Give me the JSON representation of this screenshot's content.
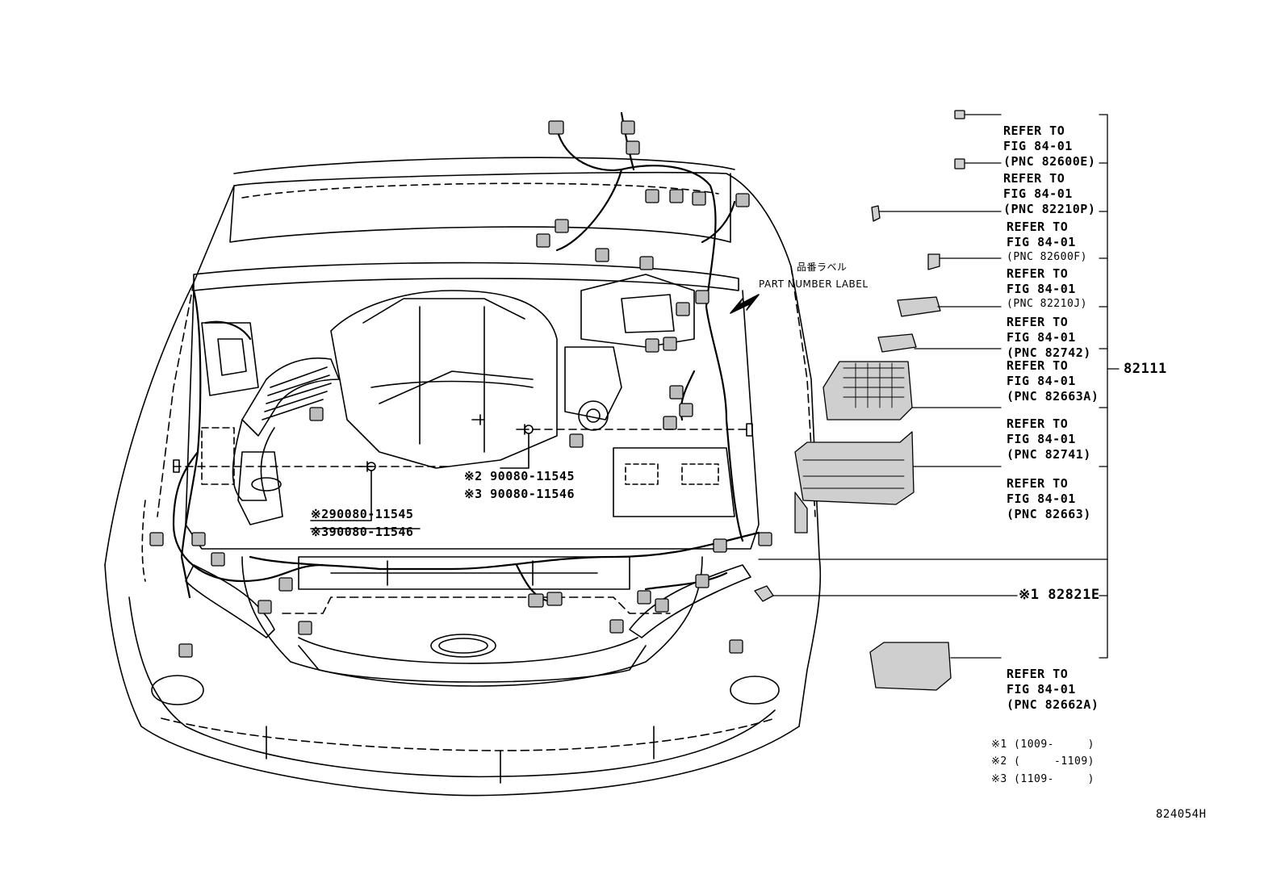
{
  "refer_callouts": [
    {
      "line1": "REFER TO",
      "line2": "FIG 84-01",
      "line3": "(PNC 82600E)"
    },
    {
      "line1": "REFER TO",
      "line2": "FIG 84-01",
      "line3": "(PNC 82210P)"
    },
    {
      "line1": "REFER TO",
      "line2": "FIG 84-01",
      "line3": "(PNC 82600F)"
    },
    {
      "line1": "REFER TO",
      "line2": "FIG 84-01",
      "line3": "(PNC 82210J)"
    },
    {
      "line1": "REFER TO",
      "line2": "FIG 84-01",
      "line3": "(PNC 82742)"
    },
    {
      "line1": "REFER TO",
      "line2": "FIG 84-01",
      "line3": "(PNC 82663A)"
    },
    {
      "line1": "REFER TO",
      "line2": "FIG 84-01",
      "line3": "(PNC 82741)"
    },
    {
      "line1": "REFER TO",
      "line2": "FIG 84-01",
      "line3": "(PNC 82663)"
    },
    {
      "line1": "REFER TO",
      "line2": "FIG 84-01",
      "line3": "(PNC 82662A)"
    }
  ],
  "main_part_number": "82111",
  "part_82821E": "※1 82821E",
  "part_label_jp": "品番ラベル",
  "part_label_en": "PART NUMBER LABEL",
  "bolts_center": {
    "a": "※2 90080-11545",
    "b": "※3 90080-11546"
  },
  "bolts_left": {
    "a": "※290080-11545",
    "b": "※390080-11546"
  },
  "notes": [
    "※1 (1009-     )",
    "※2 (     -1109)",
    "※3 (1109-     )"
  ],
  "figure_id": "824054H"
}
